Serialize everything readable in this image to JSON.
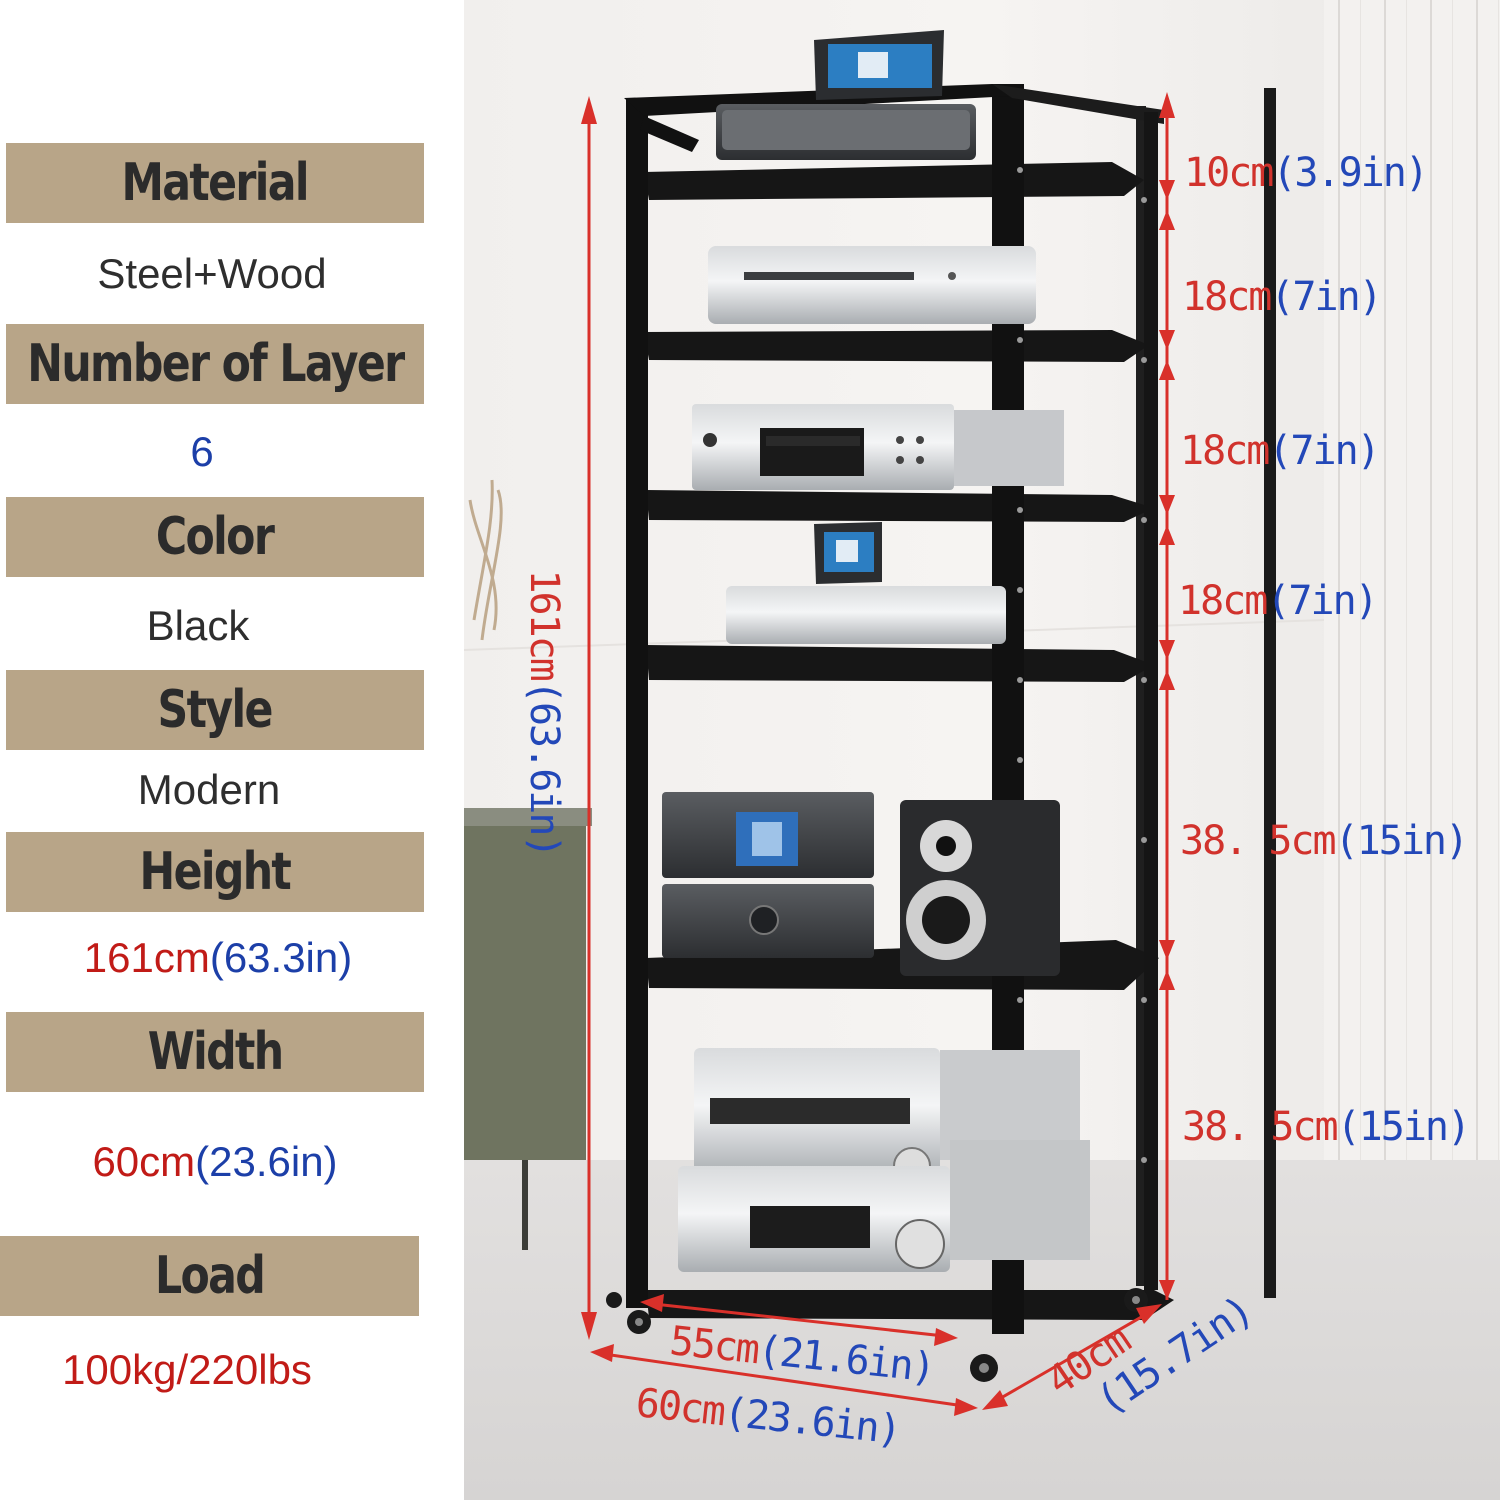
{
  "specs": [
    {
      "label": "Material",
      "value": "Steel+Wood"
    },
    {
      "label": "Number of Layer",
      "value": "6"
    },
    {
      "label": "Color",
      "value": "Black"
    },
    {
      "label": "Style",
      "value": "Modern"
    },
    {
      "label": "Height",
      "value_metric": "161cm",
      "value_imperial": "(63.3in)"
    },
    {
      "label": "Width",
      "value_metric": "60cm",
      "value_imperial": "(23.6in)"
    },
    {
      "label": "Load",
      "value": "100kg/220lbs"
    }
  ],
  "dimensions": {
    "shelf_gaps": [
      {
        "metric": "10cm",
        "imperial": "(3.9in)"
      },
      {
        "metric": "18cm",
        "imperial": "(7in)"
      },
      {
        "metric": "18cm",
        "imperial": "(7in)"
      },
      {
        "metric": "18cm",
        "imperial": "(7in)"
      },
      {
        "metric": "38. 5cm",
        "imperial": "(15in)"
      },
      {
        "metric": "38. 5cm",
        "imperial": "(15in)"
      }
    ],
    "total_height": {
      "metric": "161cm",
      "imperial": "(63.6in)"
    },
    "inner_width": {
      "metric": "55cm",
      "imperial": "(21.6in)"
    },
    "outer_width": {
      "metric": "60cm",
      "imperial": "(23.6in)"
    },
    "depth": {
      "metric": "40cm",
      "imperial": "(15.7in)"
    }
  },
  "colors": {
    "label_bg": "#b8a588",
    "metric_text": "#c11b17",
    "imperial_text": "#1c3fa8",
    "arrow": "#d9302a",
    "rack": "#111111"
  }
}
